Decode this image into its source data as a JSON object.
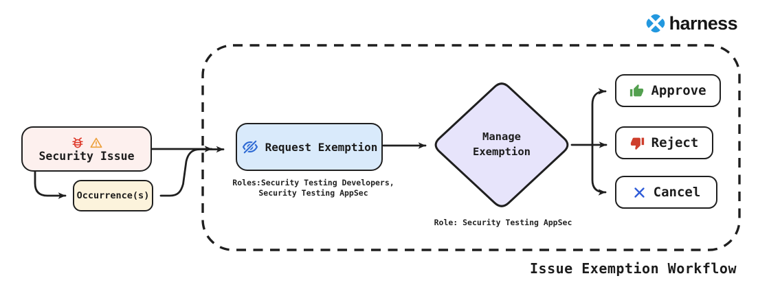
{
  "brand": {
    "name": "harness",
    "logo_icon": "harness-logo-icon",
    "logo_color": "#2398df"
  },
  "caption": "Issue Exemption Workflow",
  "container": {
    "name": "issue-exemption-workflow-boundary",
    "border_style": "dashed",
    "border_color": "#1f1f1f"
  },
  "nodes": {
    "security_issue": {
      "label": "Security Issue",
      "icons": [
        "bug-icon",
        "warning-icon"
      ],
      "fill": "#fdf0ee",
      "bug_color": "#de3b2c",
      "warning_color": "#eca03b"
    },
    "occurrence": {
      "label": "Occurrence(s)",
      "fill": "#fcf3dc"
    },
    "request_exemption": {
      "label": "Request Exemption",
      "icon": "eye-off-icon",
      "icon_color": "#2e6ad4",
      "fill": "#d9eafb",
      "roles_line1": "Roles:Security Testing Developers,",
      "roles_line2": "Security Testing AppSec"
    },
    "manage_exemption": {
      "label_line1": "Manage",
      "label_line2": "Exemption",
      "fill": "#e7e4fb",
      "role_note": "Role: Security Testing AppSec"
    },
    "approve": {
      "label": "Approve",
      "icon": "thumbs-up-icon",
      "icon_color": "#53a04f",
      "fill": "#ffffff"
    },
    "reject": {
      "label": "Reject",
      "icon": "thumbs-down-icon",
      "icon_color": "#ce3e2c",
      "fill": "#ffffff"
    },
    "cancel": {
      "label": "Cancel",
      "icon": "x-icon",
      "icon_color": "#2f5cd8",
      "fill": "#ffffff"
    }
  },
  "connectors": {
    "color": "#1f1f1f",
    "paths": [
      "security-issue -> occurrence",
      "security-issue -> request-exemption",
      "occurrence -> request-exemption",
      "request-exemption -> manage-exemption",
      "manage-exemption -> approve",
      "manage-exemption -> reject",
      "manage-exemption -> cancel"
    ]
  }
}
